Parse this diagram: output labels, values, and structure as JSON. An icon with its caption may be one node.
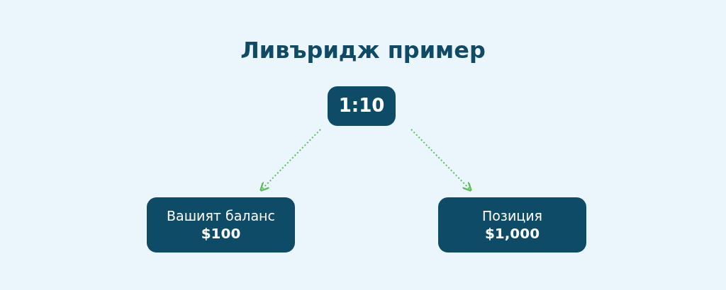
{
  "diagram": {
    "title": "Ливъридж пример",
    "nodes": [
      {
        "text": [
          "1:10"
        ]
      },
      {
        "text": [
          "Вашият баланс",
          "$100"
        ]
      },
      {
        "text": [
          "Позиция",
          "$1,000"
        ]
      }
    ],
    "edges": [
      {
        "from": 0,
        "to": 1,
        "arrow": "to"
      },
      {
        "from": 0,
        "to": 2,
        "arrow": "to"
      }
    ]
  }
}
